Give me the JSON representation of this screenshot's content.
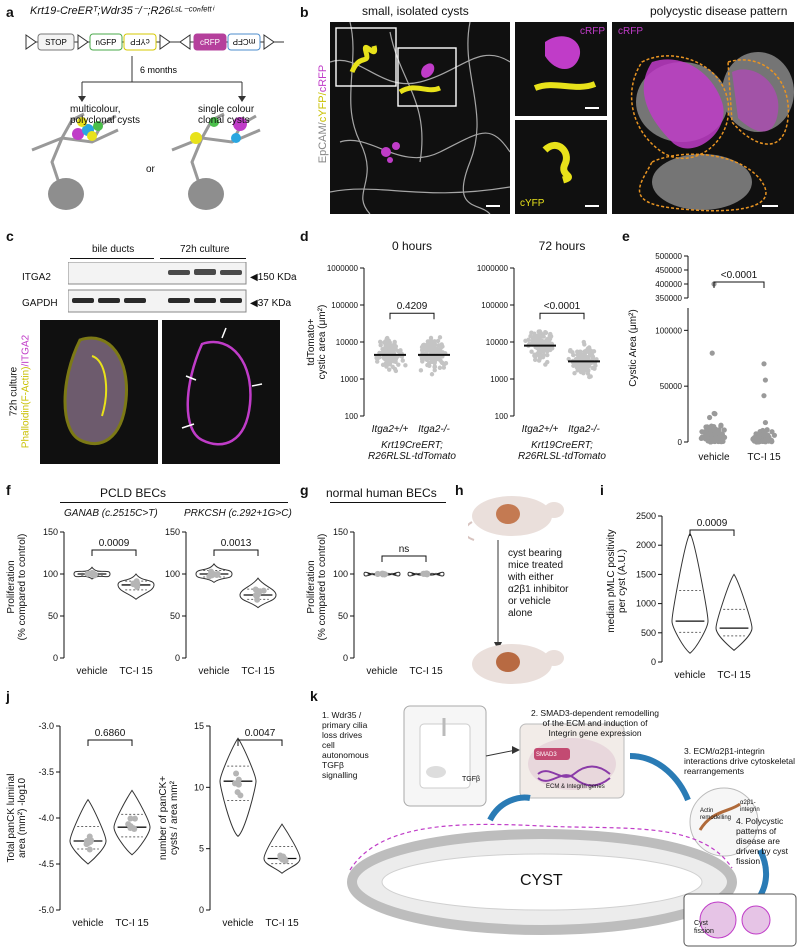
{
  "colors": {
    "yellow": "#e8e21a",
    "magenta": "#c03cc8",
    "white": "#f0f0f0",
    "grey": "#a9a9a9",
    "orange": "#e89422",
    "blue": "#2a7bb5",
    "dark": "#141414"
  },
  "panel_labels": {
    "a": "a",
    "b": "b",
    "c": "c",
    "d": "d",
    "e": "e",
    "f": "f",
    "g": "g",
    "h": "h",
    "i": "i",
    "j": "j",
    "k": "k"
  },
  "panel_a": {
    "genotype": "Krt19-CreERᵀ;Wdr35⁻/⁻;R26ᴸˢᴸ⁻ᶜᵒⁿᶠᵉᵗᵗⁱ",
    "cassette": [
      "STOP",
      "nGFP",
      "cYFP",
      "cRFP",
      "mCFP"
    ],
    "duration": "6 months",
    "left_outcome": "multicolour,\npolyclonal cysts",
    "right_outcome": "single colour\nclonal cysts",
    "or": "or"
  },
  "panel_b": {
    "title_left": "small, isolated cysts",
    "title_right": "polycystic disease pattern",
    "axis_label_1": "EpCAM/",
    "axis_label_2": "cYFP/",
    "axis_label_3": "cRFP",
    "inset_top": "cRFP",
    "inset_bottom": "cYFP",
    "right_label": "cRFP"
  },
  "panel_c": {
    "col1": "bile ducts",
    "col2": "72h culture",
    "row1": "ITGA2",
    "row2": "GAPDH",
    "kda1": "◀150 KDa",
    "kda2": "◀37 KDa",
    "side_label": "72h culture",
    "stain_1": "Phalloidin(F-Actin)",
    "stain_2": "/ITGA2"
  },
  "panel_f": {
    "title": "PCLD BECs",
    "sub1": "GANAB (c.2515C>T)",
    "sub2": "PRKCSH (c.292+1G>C)"
  },
  "panel_g": {
    "title": "normal human BECs"
  },
  "panel_h": {
    "text": "cyst bearing\nmice treated\nwith either\nα2β1 inhibitor\nor vehicle\nalone"
  },
  "panel_k": {
    "step1": "1. Wdr35 /\nprimary cilia\nloss drives\ncell\nautonomous\nTGFβ\nsignalling",
    "step2": "2. SMAD3-dependent remodelling\nof the ECM and induction of\nIntegrin gene expression",
    "step3": "3. ECM/α2β1-integrin\ninteractions drive cytoskeletal\nrearrangements",
    "step4": "4. Polycystic\npatterns of\ndisease are\ndriven by cyst\nfission",
    "cyst": "CYST",
    "tgfb": "TGFβ",
    "smad3": "SMAD3",
    "genes": "ECM & Integrin genes",
    "actin": "Actin\nremodelling",
    "integrin": "α2β1-\nintegrin",
    "fission": "Cyst\nfission"
  },
  "chart_data": [
    {
      "panel": "d-left",
      "type": "scatter",
      "title": "0 hours",
      "ylabel": "tdTomato+\ncystic area (μm²)",
      "yscale": "log",
      "ylim": [
        100,
        1000000
      ],
      "yticks": [
        "100",
        "1000",
        "10000",
        "100000",
        "1000000"
      ],
      "categories": [
        "Itga2+/+",
        "Itga2-/-"
      ],
      "group_label": "Krt19CreERT;\nR26RLSL-tdTomato",
      "medians": [
        4500,
        4500
      ],
      "pvalue": "0.4209"
    },
    {
      "panel": "d-right",
      "type": "scatter",
      "title": "72 hours",
      "ylabel": "",
      "yscale": "log",
      "ylim": [
        100,
        1000000
      ],
      "yticks": [
        "100",
        "1000",
        "10000",
        "100000",
        "1000000"
      ],
      "categories": [
        "Itga2+/+",
        "Itga2-/-"
      ],
      "group_label": "Krt19CreERT;\nR26RLSL-tdTomato",
      "medians": [
        8000,
        3000
      ],
      "pvalue": "<0.0001"
    },
    {
      "panel": "e",
      "type": "scatter",
      "ylabel": "Cystic Area (μm²)",
      "yticks": [
        "0",
        "50000",
        "100000",
        "350000",
        "400000",
        "450000",
        "500000"
      ],
      "categories": [
        "vehicle",
        "TC-I 15"
      ],
      "pvalue": "<0.0001",
      "max_points": [
        400000,
        70000
      ]
    },
    {
      "panel": "f-left",
      "type": "violin",
      "ylabel": "Proliferation\n(% compared to control)",
      "ylim": [
        0,
        150
      ],
      "yticks": [
        "0",
        "50",
        "100",
        "150"
      ],
      "categories": [
        "vehicle",
        "TC-I 15"
      ],
      "medians": [
        100,
        87
      ],
      "pvalue": "0.0009"
    },
    {
      "panel": "f-right",
      "type": "violin",
      "ylim": [
        0,
        150
      ],
      "yticks": [
        "0",
        "50",
        "100",
        "150"
      ],
      "categories": [
        "vehicle",
        "TC-I 15"
      ],
      "medians": [
        100,
        75
      ],
      "pvalue": "0.0013"
    },
    {
      "panel": "g",
      "type": "violin",
      "ylabel": "Proliferation\n(% compared to control)",
      "ylim": [
        0,
        150
      ],
      "yticks": [
        "0",
        "50",
        "100",
        "150"
      ],
      "categories": [
        "vehicle",
        "TC-I 15"
      ],
      "medians": [
        100,
        100
      ],
      "pvalue": "ns"
    },
    {
      "panel": "i",
      "type": "violin",
      "ylabel": "median pMLC positivity\nper cyst (A.U.)",
      "ylim": [
        0,
        2500
      ],
      "yticks": [
        "0",
        "500",
        "1000",
        "1500",
        "2000",
        "2500"
      ],
      "categories": [
        "vehicle",
        "TC-I 15"
      ],
      "medians": [
        700,
        580
      ],
      "pvalue": "0.0009"
    },
    {
      "panel": "j-left",
      "type": "violin",
      "ylabel": "Total panCK luminal\narea (mm²) -log10",
      "ylim": [
        -5.0,
        -3.0
      ],
      "yticks": [
        "-5.0",
        "-4.5",
        "-4.0",
        "-3.5",
        "-3.0"
      ],
      "categories": [
        "vehicle",
        "TC-I 15"
      ],
      "medians": [
        -4.25,
        -4.1
      ],
      "pvalue": "0.6860"
    },
    {
      "panel": "j-right",
      "type": "violin",
      "ylabel": "number of panCK+\ncysts / area mm²",
      "ylim": [
        0,
        15
      ],
      "yticks": [
        "0",
        "5",
        "10",
        "15"
      ],
      "categories": [
        "vehicle",
        "TC-I 15"
      ],
      "medians": [
        10.5,
        4.2
      ],
      "pvalue": "0.0047"
    }
  ]
}
